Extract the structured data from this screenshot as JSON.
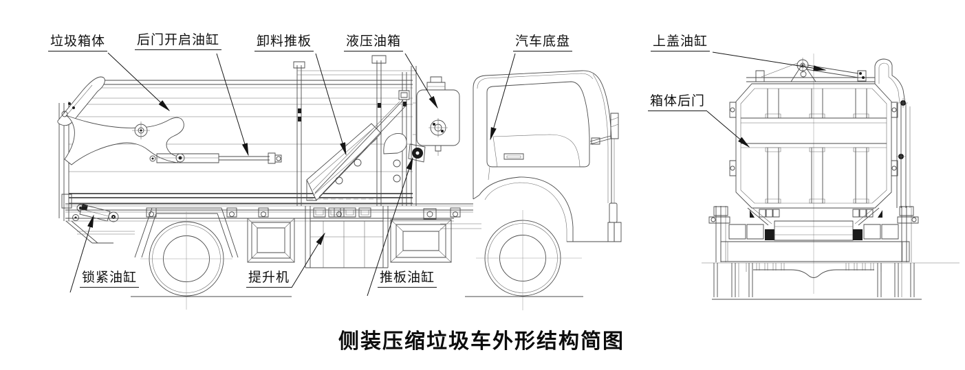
{
  "figure": {
    "caption": "侧装压缩垃圾车外形结构简图",
    "type": "engineering-line-drawing",
    "views": [
      "side-view",
      "rear-view"
    ]
  },
  "colors": {
    "background": "#ffffff",
    "drawing_line": "#4a4a4a",
    "annotation": "#141414"
  },
  "callouts": {
    "garbage_box": {
      "text": "垃圾箱体"
    },
    "rear_door_opening_cylinder": {
      "text": "后门开启油缸"
    },
    "unloading_push_plate": {
      "text": "卸料推板"
    },
    "hydraulic_oil_tank": {
      "text": "液压油箱"
    },
    "vehicle_chassis": {
      "text": "汽车底盘"
    },
    "top_cover_cylinder": {
      "text": "上盖油缸"
    },
    "box_rear_door": {
      "text": "箱体后门"
    },
    "locking_cylinder": {
      "text": "锁紧油缸"
    },
    "lifter": {
      "text": "提升机"
    },
    "push_plate_cylinder": {
      "text": "推板油缸"
    }
  }
}
